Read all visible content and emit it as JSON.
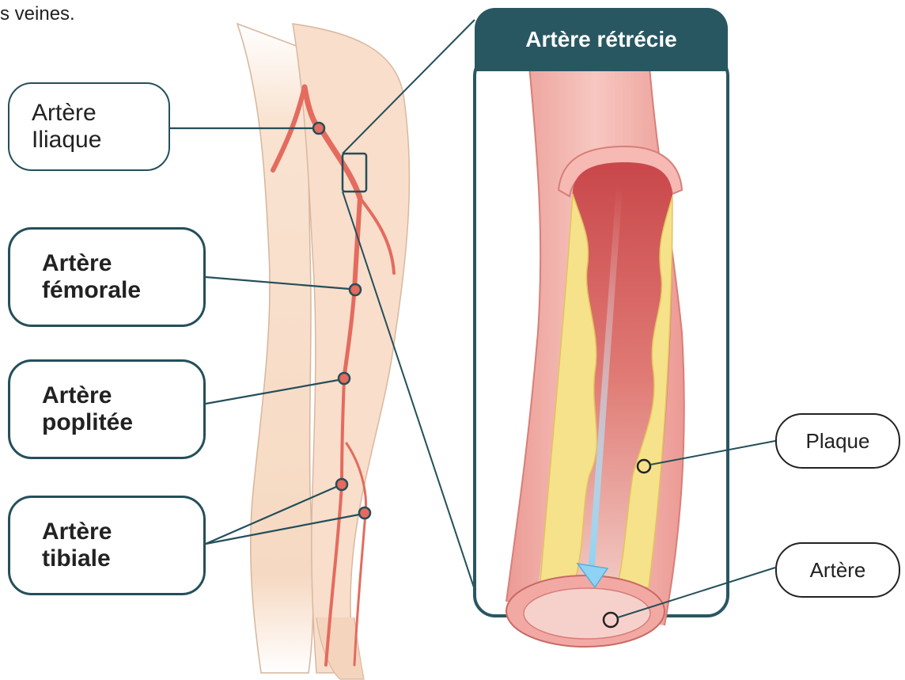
{
  "caption": "s veines.",
  "panel": {
    "title": "Artère rétrécie"
  },
  "labels": {
    "iliac": {
      "line1": "Artère",
      "line2": "Iliaque"
    },
    "femoral": {
      "line1": "Artère",
      "line2": "fémorale"
    },
    "popliteal": {
      "line1": "Artère",
      "line2": "poplitée"
    },
    "tibial": {
      "line1": "Artère",
      "line2": "tibiale"
    },
    "plaque": "Plaque",
    "artery": "Artère"
  },
  "colors": {
    "frame": "#285762",
    "artery_red": "#e46b5e",
    "skin": "#f7dcc6",
    "vessel_wall": "#f2a9a4",
    "plaque": "#f5e28a",
    "flow_arrow": "#8fd3f4"
  }
}
